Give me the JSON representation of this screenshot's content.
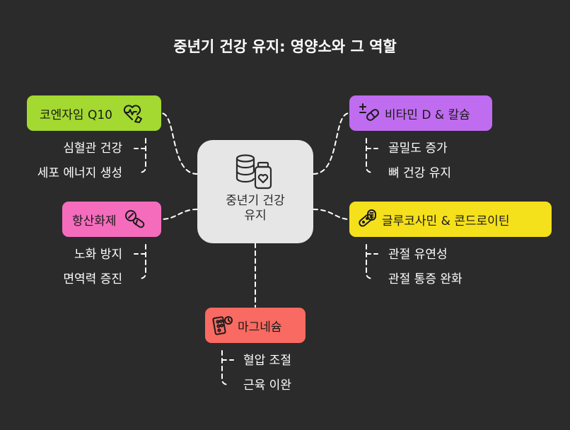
{
  "title": "중년기 건강 유지: 영양소와 그 역할",
  "center": {
    "label": "중년기 건강\n유지"
  },
  "colors": {
    "background": "#2b2b2b",
    "center": "#e6e6e6",
    "coq10": "#a3d930",
    "vitamin": "#c06cf0",
    "antioxidant": "#f56cbd",
    "glucosamine": "#f5e01c",
    "magnesium": "#f86a62",
    "connector": "#ffffff"
  },
  "nodes": {
    "coq10": {
      "label": "코엔자임 Q10",
      "icon": "heart-pulse-icon",
      "leaves": [
        "심혈관 건강",
        "세포 에너지 생성"
      ]
    },
    "vitamin": {
      "label": "비타민 D & 칼슘",
      "icon": "plus-minus-pill-icon",
      "leaves": [
        "골밀도 증가",
        "뼈 건강 유지"
      ]
    },
    "antioxidant": {
      "label": "항산화제",
      "icon": "pills-icon",
      "leaves": [
        "노화 방지",
        "면역력 증진"
      ]
    },
    "glucosamine": {
      "label": "글루코사민 & 콘드로이틴",
      "icon": "joint-bandage-icon",
      "leaves": [
        "관절 유연성",
        "관절 통증 완화"
      ]
    },
    "magnesium": {
      "label": "마그네슘",
      "icon": "blister-pack-icon",
      "leaves": [
        "혈압 조절",
        "근육 이완"
      ]
    }
  }
}
